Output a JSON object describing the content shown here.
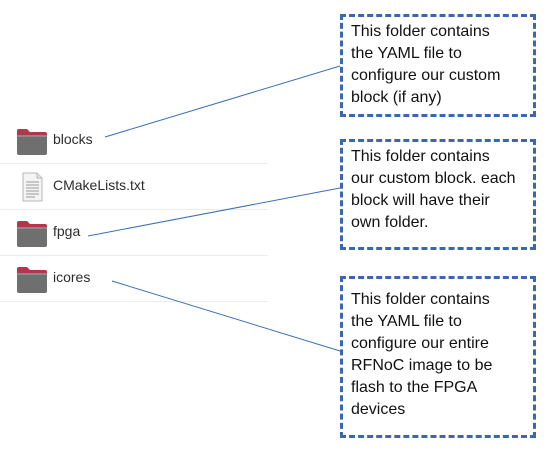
{
  "files": [
    {
      "name": "blocks",
      "icon": "folder-icon"
    },
    {
      "name": "CMakeLists.txt",
      "icon": "text-file-icon"
    },
    {
      "name": "fpga",
      "icon": "folder-icon"
    },
    {
      "name": "icores",
      "icon": "folder-icon"
    }
  ],
  "callouts": [
    {
      "text": "This folder contains\nthe YAML file to\nconfigure our custom\nblock (if any)"
    },
    {
      "text": "This folder contains\nour custom block. each\nblock will have their\nown folder."
    },
    {
      "text": "This folder contains\nthe YAML file to\nconfigure our entire\nRFNoC image to be\nflash to the FPGA\ndevices"
    }
  ],
  "colors": {
    "callout_border": "#3a67b0",
    "connector_line": "#3d6fb5",
    "folder_body": "#6f6f6f",
    "folder_tab": "#b0384d"
  }
}
